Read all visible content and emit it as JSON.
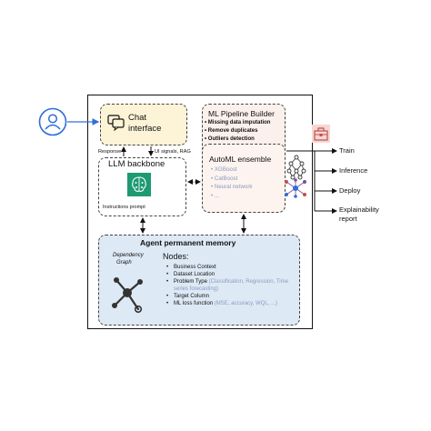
{
  "chat": {
    "title_line1": "Chat",
    "title_line2": "interface"
  },
  "llm": {
    "title": "LLM backbone",
    "instructions": "Instructions prompt"
  },
  "connectors": {
    "response": "Response",
    "ui_signals": "UI signals, RAG"
  },
  "ml_pipeline": {
    "title": "ML Pipeline Builder",
    "steps": [
      "Missing data imputation",
      "Remove duplicates",
      "Outliers detection"
    ]
  },
  "automl": {
    "title": "AutoML ensemble",
    "models": [
      "XGBoost",
      "CatBoost",
      "Neural network",
      "..."
    ]
  },
  "memory": {
    "title": "Agent permanent memory",
    "graph_label_line1": "Dependency",
    "graph_label_line2": "Graph",
    "nodes_title": "Nodes:",
    "nodes": [
      {
        "label": "Business Context",
        "hint": ""
      },
      {
        "label": "Dataset Location",
        "hint": ""
      },
      {
        "label": "Problem Type ",
        "hint": "(Classification, Regression, Time series forecasting)"
      },
      {
        "label": "Target Column",
        "hint": ""
      },
      {
        "label": "ML loss function ",
        "hint": "(MSE, accuracy, WQL, ...)"
      }
    ]
  },
  "outputs": {
    "train": "Train",
    "inference": "Inference",
    "deploy": "Deploy",
    "explain_line1": "Explainability",
    "explain_line2": "report"
  },
  "colors": {
    "chat_bg": "#fdf3d6",
    "ml_bg": "#fcf0ec",
    "memory_bg": "#dde9f5",
    "llm_green": "#1e9a72",
    "user_blue": "#2f6fd6",
    "toolbox": "#c0504d"
  },
  "icons": [
    "user-icon",
    "chat-bubbles-icon",
    "brain-chip-icon",
    "network-icon",
    "ensemble-icon",
    "toolbox-icon",
    "dependency-graph-icon"
  ]
}
